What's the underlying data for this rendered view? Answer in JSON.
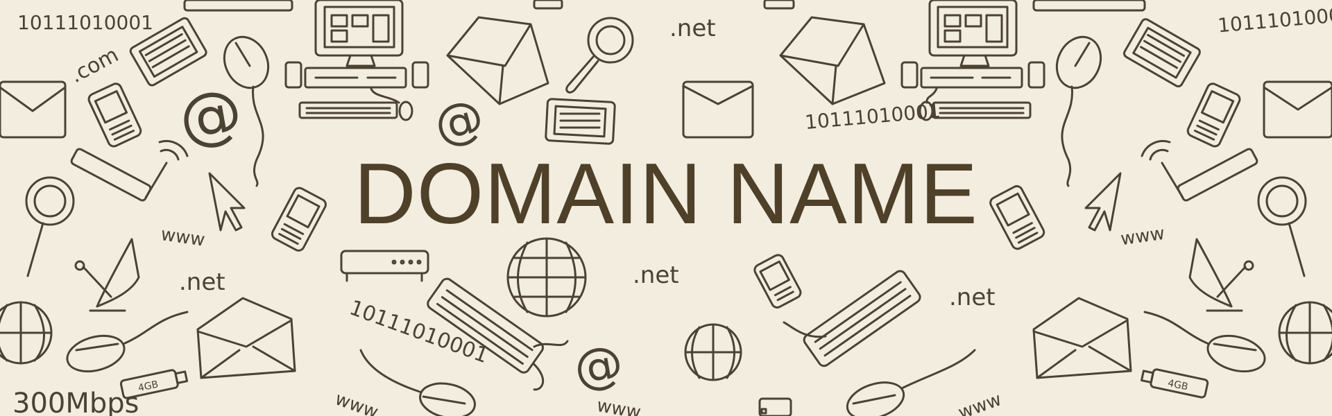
{
  "title": "DOMAIN NAME",
  "labels": {
    "binary": "10111010001",
    "com": ".com",
    "net": ".net",
    "www": "www",
    "at": "@",
    "speed": "300Mbps",
    "usb": "4GB"
  },
  "colors": {
    "background": "#f3ede0",
    "ink": "#4a4233",
    "title": "#4e4029"
  }
}
